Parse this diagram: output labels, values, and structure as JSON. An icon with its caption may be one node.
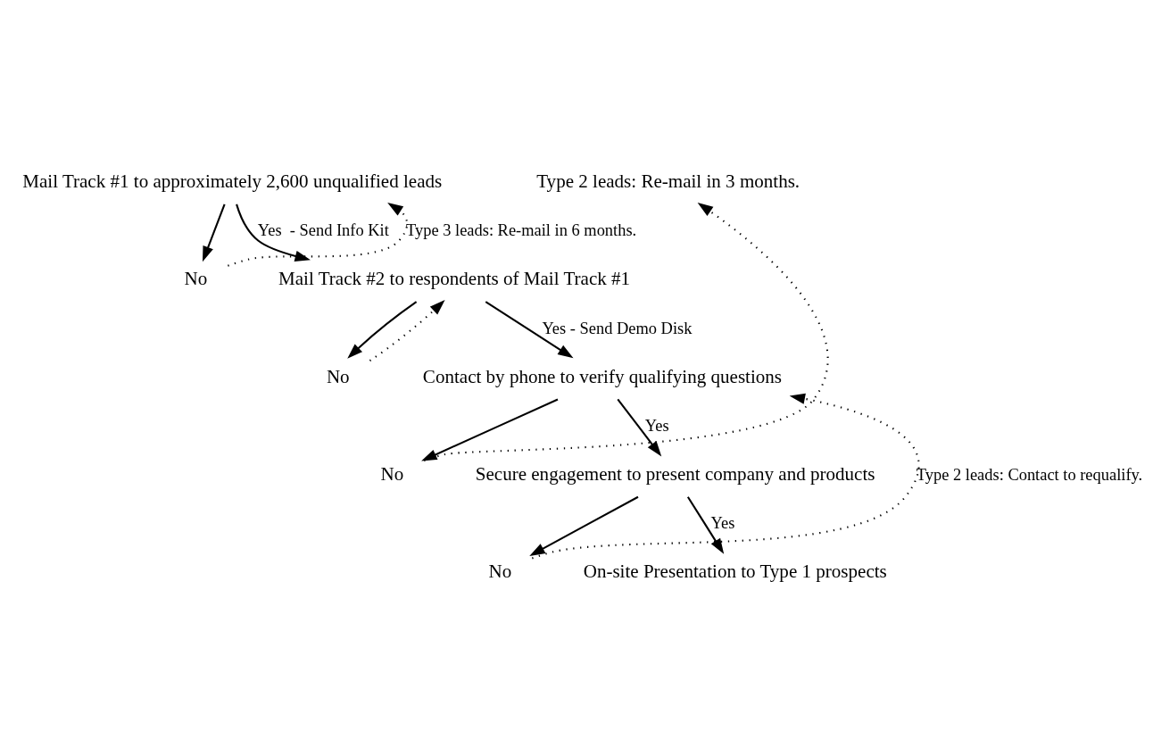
{
  "diagram": {
    "nodes": [
      {
        "text": [
          "Mail Track #1 to approximately 2,600 unqualified leads"
        ]
      },
      {
        "text": [
          "No"
        ]
      },
      {
        "text": [
          "Mail Track #2 to respondents of Mail Track #1"
        ]
      },
      {
        "text": [
          "Type 2 leads: Re-mail in 3 months."
        ]
      },
      {
        "text": [
          "No"
        ]
      },
      {
        "text": [
          "Contact by phone to verify qualifying questions"
        ]
      },
      {
        "text": [
          "No"
        ]
      },
      {
        "text": [
          "Secure engagement to present company and products"
        ]
      },
      {
        "text": [
          "No"
        ]
      },
      {
        "text": [
          "On-site Presentation to Type 1 prospects"
        ]
      }
    ],
    "edges": [
      {
        "from": 0,
        "to": 2,
        "arrow": "to",
        "label": "Yes  - Send Info Kit"
      },
      {
        "from": 0,
        "to": 1,
        "arrow": "to"
      },
      {
        "from": 1,
        "to": 0,
        "arrow": "to",
        "style": "dashed",
        "label": "Type 3 leads: Re-mail in 6 months."
      },
      {
        "from": 2,
        "to": 5,
        "arrow": "to",
        "label": "Yes - Send Demo Disk"
      },
      {
        "from": 2,
        "to": 4,
        "arrow": "to"
      },
      {
        "from": 4,
        "to": 2,
        "arrow": "to",
        "style": "dashed"
      },
      {
        "from": 5,
        "to": 7,
        "arrow": "to",
        "label": "Yes"
      },
      {
        "from": 5,
        "to": 6,
        "arrow": "to"
      },
      {
        "from": 6,
        "to": 3,
        "arrow": "to",
        "style": "dashed"
      },
      {
        "from": 7,
        "to": 9,
        "arrow": "to",
        "label": "Yes"
      },
      {
        "from": 7,
        "to": 8,
        "arrow": "to"
      },
      {
        "from": 8,
        "to": 5,
        "arrow": "to",
        "style": "dashed",
        "label": "Type 2 leads: Contact to requalify."
      }
    ]
  }
}
